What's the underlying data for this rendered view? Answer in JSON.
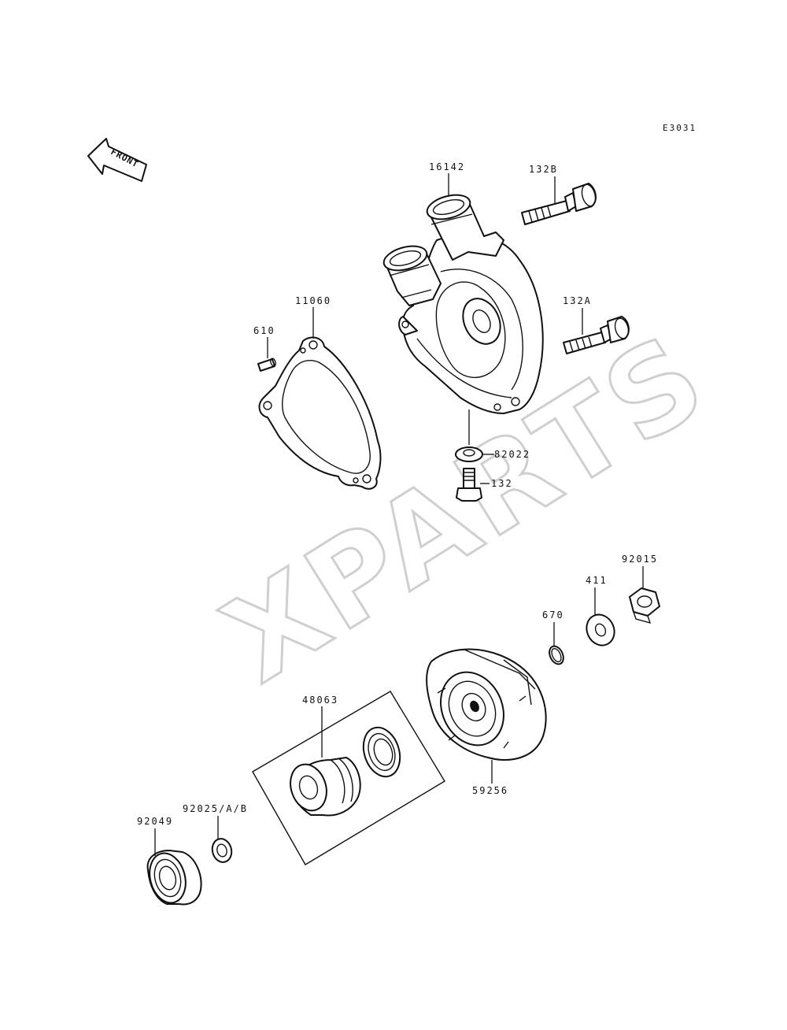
{
  "diagram_id": "E3031",
  "direction_label": "FRONT",
  "watermark": "XPARTS",
  "colors": {
    "line": "#111111",
    "watermark": "#cfcfcf",
    "background": "#ffffff"
  },
  "labels": {
    "p16142": "16142",
    "p132B": "132B",
    "p11060": "11060",
    "p610": "610",
    "p132A": "132A",
    "p82022": "82022",
    "p132": "132",
    "p92015": "92015",
    "p411": "411",
    "p670": "670",
    "p48063": "48063",
    "p59256": "59256",
    "p92025": "92025/A/B",
    "p92049": "92049"
  }
}
